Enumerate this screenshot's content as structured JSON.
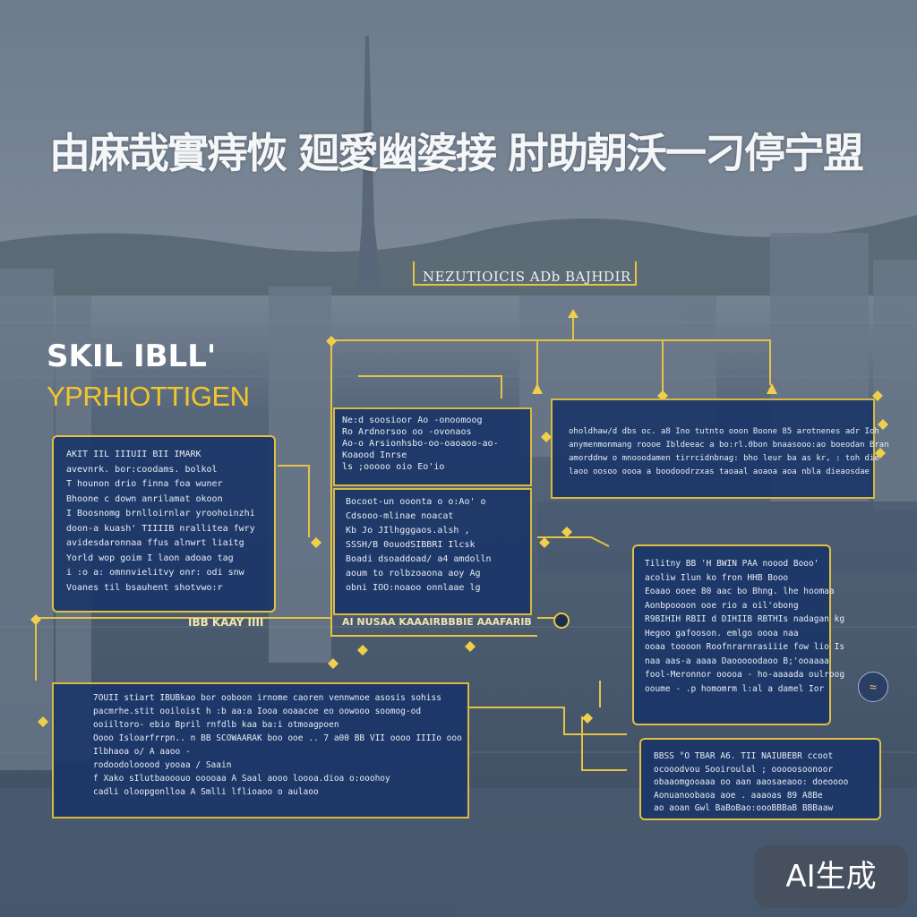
{
  "headline": "由麻哉實痔恢 廻愛幽婆接 肘助朝沃一刁停宁盟",
  "tag_label": "NEZUTIOICIS ADb BAJHDIR",
  "skill": {
    "title": "SKIL    IBLL'",
    "subtitle": "YPRHIOTTIGEN"
  },
  "panels": {
    "left": {
      "lines": [
        "AKIT IIL IIIUII BII IMARK",
        "avevnrk. bor:coodams. bolkol",
        "T hounon drio finna foa wuner",
        "Bhoone c down anrilamat okoon",
        "I Boosnomg brnlloirnlar yroohoinzhi",
        "doon-a kuash' TIIIIB nrallitea fwry",
        "avidesdaronnaa ffus alnwrt liaitg",
        "Yorld wop goim I laon adoao tag",
        "i :o a: omnnvielitvy onr: odi snw",
        "Voanes til bsauhent shotvwo:r"
      ],
      "caption": "IBB KAAY IIII"
    },
    "center_top": {
      "lines": [
        "Ne:d soosioor Ao -onoomoog",
        "Ro Ardnorsoo oo -ovonaos",
        "Ao-o Arsionhsbo-oo-oaoaoo-ao-",
        "Koaood Inrse",
        "",
        "ls ;ooooo oio Eo'io"
      ]
    },
    "center_mid": {
      "lines": [
        "Bocoot-un ooonta o o:Ao' o",
        "Cdsooo-mlinae noacat",
        "Kb Jo JIlhgggaos.alsh ,",
        "SSSH/B 0ouodSIBBRI Ilcsk",
        "Boadi dsoaddoad/ a4 amdolln",
        "aoum to rolbzoaona aoy Ag",
        "obni IOO:noaoo onnlaae lg"
      ],
      "caption": "AI NUSAA KAAAIRBBBIE AAAFARIB"
    },
    "right_top": {
      "lines": [
        "oholdhaw/d dbs oc. a8 Ino tutnto ooon Boone 85 arotnenes adr Ioh",
        "anymenmonmang roooe Ibldeeac a bo:rl.0bon bnaasooo:ao boeodan Bran",
        "amorddnw o mnooodamen tirrcidnbnag: bho leur ba as kr, : toh die",
        "laoo oosoo oooa a boodoodrzxas taoaal aoaoa aoa nbla dieaosdae"
      ]
    },
    "right_mid": {
      "lines": [
        "Tilitny BB 'H BWIN PAA noood Booo'",
        "acoliw Ilun ko fron HHB Booo",
        "Eoaao ooee 80 aac bo Bhng. lhe hoomaa",
        "",
        "Aonbpoooon ooe rio a oil'obong",
        "",
        "R9BIHIH RBII d DIHIIB RBTHIs nadagan kg",
        "Hegoo gafooson. emlgo oooa naa",
        "ooaa toooon Roofnrarnrasiiie fow lio Is",
        "naa aas-a aaaa Daooooodaoo B;'ooaaaa",
        "fool-Meronnor ooooa - ho-aaaada oulroog",
        "ooume - .p homomrm l:al a damel Ior"
      ]
    },
    "right_bottom": {
      "lines": [
        "BBSS °O TBAR A6. TII NAIUBEBR ccoot",
        "ocooodvou Sooiroulal ; ooooosoonoor",
        "obaaomgooaaa oo aan aaosaeaoo: doeoooo",
        "Aonuanoobaoa aoe . aaaoas 89 A8Be",
        "ao aoan Gwl BaBoBao:oooBBBaB BBBaaw"
      ]
    },
    "bottom_left": {
      "lines": [
        "7OUII  stiart IBUBkao bor ooboon irnome caoren vennwnoe asosis sohiss",
        "pacmrhe.stit ooiloist h :b aa:a Iooa ooaacoe eo oowooo soomog-od",
        "ooiiltoro- ebio Bpril rnfdlb kaa ba:i otmoagpoen",
        "",
        "Oooo  Isloarfrrpn.. n BB SCOWAARAK boo ooe ..        7   a00  BB VII  oooo  IIIIo ooo",
        "Ilbhaoa o/                                                                 A  aaoo   -",
        "rodoodolooood   yooaa                                                  /  Saain",
        "f Xako  sIlutbaooouo  ooooaa                                          A  Saal    aooo loooa.dioa o:ooohoy",
        "cadli  oloopgonlloa                                                     A  Smlli  lflioaoo  o aulaoo"
      ]
    }
  },
  "watermark": "AI生成",
  "colors": {
    "panel_fill": "#183468",
    "accent": "#e1c043",
    "title": "#f2c62a"
  },
  "icons": [
    "wave-icon",
    "node-icon"
  ]
}
